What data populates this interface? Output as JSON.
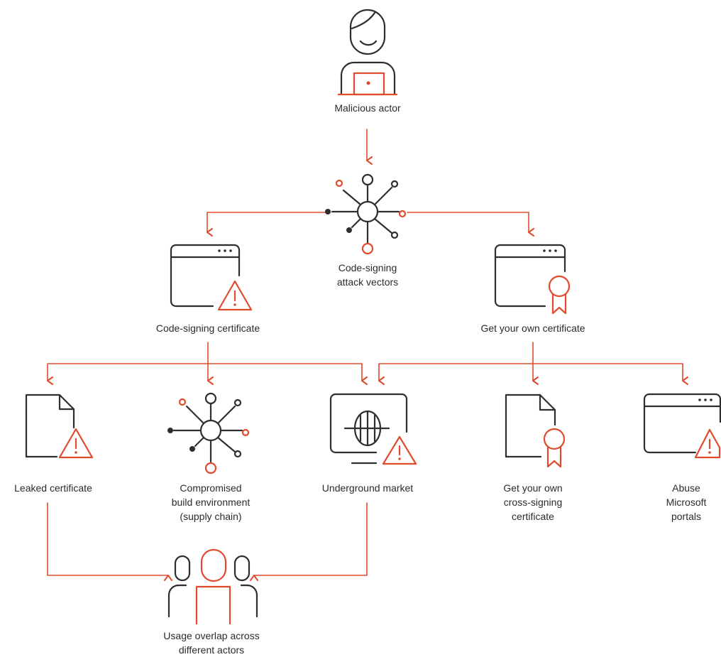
{
  "colors": {
    "accent": "#e04b2e",
    "ink": "#2e2e2e"
  },
  "nodes": {
    "malicious_actor": {
      "label": "Malicious actor",
      "icon": "person-laptop-icon"
    },
    "attack_vectors": {
      "lines": [
        "Code-signing",
        "attack vectors"
      ],
      "icon": "network-hub-icon"
    },
    "cs_certificate": {
      "label": "Code-signing certificate",
      "icon": "browser-warning-icon"
    },
    "own_certificate": {
      "label": "Get your own certificate",
      "icon": "browser-certificate-icon"
    },
    "leaked": {
      "label": "Leaked certificate",
      "icon": "document-warning-icon"
    },
    "compromised": {
      "lines": [
        "Compromised",
        "build environment",
        "(supply chain)"
      ],
      "icon": "network-hub-icon"
    },
    "underground": {
      "label": "Underground market",
      "icon": "monitor-bug-warning-icon"
    },
    "cross_signing": {
      "lines": [
        "Get your own",
        "cross-signing",
        "certificate"
      ],
      "icon": "document-certificate-icon"
    },
    "abuse": {
      "lines": [
        "Abuse",
        "Microsoft",
        "portals"
      ],
      "icon": "browser-warning-icon"
    },
    "usage_overlap": {
      "lines": [
        "Usage overlap across",
        "different actors"
      ],
      "icon": "group-people-icon"
    }
  }
}
